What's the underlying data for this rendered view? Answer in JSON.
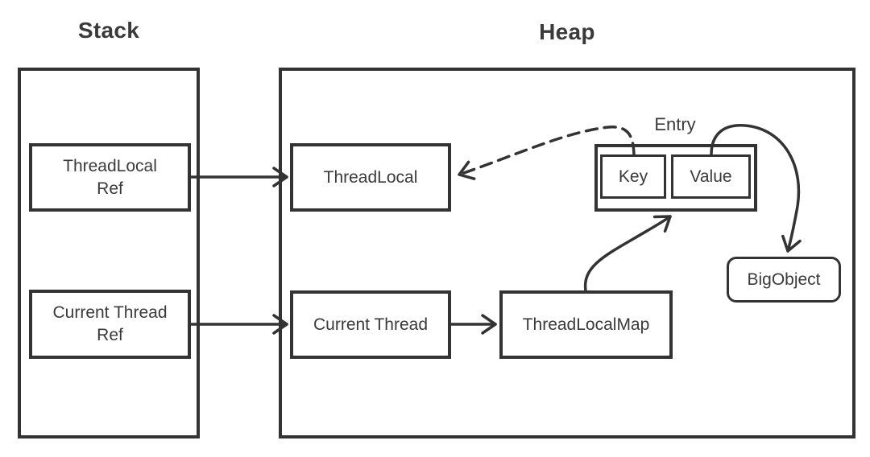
{
  "titles": {
    "stack": "Stack",
    "heap": "Heap"
  },
  "nodes": {
    "threadlocal_ref": {
      "line1": "ThreadLocal",
      "line2": "Ref"
    },
    "current_thread_ref": {
      "line1": "Current Thread",
      "line2": "Ref"
    },
    "threadlocal": {
      "label": "ThreadLocal"
    },
    "current_thread": {
      "label": "Current Thread"
    },
    "threadlocalmap": {
      "label": "ThreadLocalMap"
    },
    "entry": {
      "label": "Entry"
    },
    "key": {
      "label": "Key"
    },
    "value": {
      "label": "Value"
    },
    "bigobject": {
      "label": "BigObject"
    }
  },
  "edges": [
    {
      "from": "ThreadLocal Ref",
      "to": "ThreadLocal",
      "style": "solid"
    },
    {
      "from": "Current Thread Ref",
      "to": "Current Thread",
      "style": "solid"
    },
    {
      "from": "Current Thread",
      "to": "ThreadLocalMap",
      "style": "solid"
    },
    {
      "from": "ThreadLocalMap",
      "to": "Entry",
      "style": "solid"
    },
    {
      "from": "Key",
      "to": "ThreadLocal",
      "style": "dashed"
    },
    {
      "from": "Value",
      "to": "BigObject",
      "style": "solid"
    }
  ],
  "colors": {
    "stroke": "#333333",
    "text": "#3a3a3a",
    "background": "#ffffff"
  }
}
